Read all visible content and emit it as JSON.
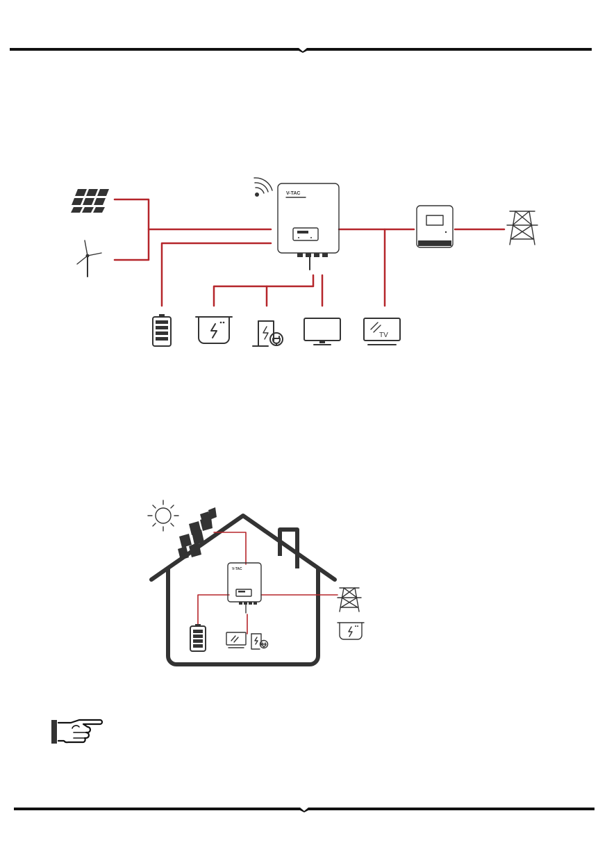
{
  "inverter": {
    "brand": "V-TAC",
    "display_text": "V-TAC"
  },
  "tv_icon": {
    "label": "TV"
  },
  "colors": {
    "wire": "#b5252a",
    "line_art": "#333333",
    "rule": "#111111",
    "background": "#ffffff"
  },
  "icons": [
    "solar-panel-icon",
    "wind-turbine-icon",
    "wifi-icon",
    "inverter-icon",
    "smart-meter-icon",
    "power-grid-tower-icon",
    "battery-icon",
    "ev-charger-icon",
    "power-bank-icon",
    "monitor-icon",
    "tv-icon",
    "sun-icon",
    "house-icon",
    "pointing-hand-icon"
  ]
}
